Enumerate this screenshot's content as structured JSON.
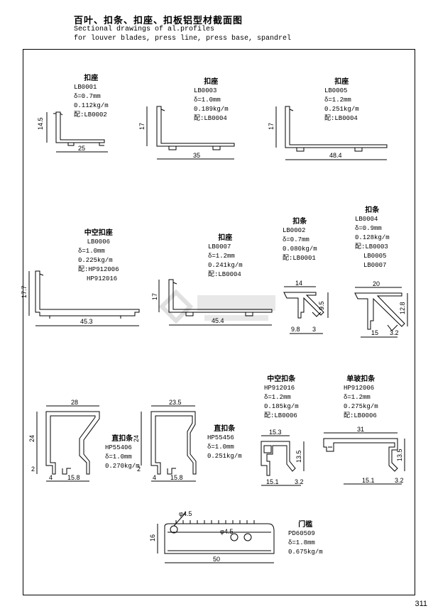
{
  "header": {
    "title_cn": "百叶、扣条、扣座、扣板铝型材截面图",
    "title_en_1": "Sectional drawings of al.profiles",
    "title_en_2": "for louver blades, press line, press base, spandrel"
  },
  "profiles": {
    "lb0001": {
      "name": "扣座",
      "code": "LB0001",
      "thick": "δ=0.7mm",
      "weight": "0.112kg/m",
      "match": "配:LB0002",
      "dims": [
        "14.5",
        "25"
      ]
    },
    "lb0003": {
      "name": "扣座",
      "code": "LB0003",
      "thick": "δ=1.0mm",
      "weight": "0.189kg/m",
      "match": "配:LB0004",
      "dims": [
        "17",
        "35"
      ]
    },
    "lb0005": {
      "name": "扣座",
      "code": "LB0005",
      "thick": "δ=1.2mm",
      "weight": "0.251kg/m",
      "match": "配:LB0004",
      "dims": [
        "17",
        "48.4"
      ]
    },
    "lb0006": {
      "name": "中空扣座",
      "code": "LB0006",
      "thick": "δ=1.0mm",
      "weight": "0.225kg/m",
      "match": "配:HP912006",
      "match2": "HP912016",
      "dims": [
        "17.7",
        "45.3"
      ]
    },
    "lb0007": {
      "name": "扣座",
      "code": "LB0007",
      "thick": "δ=1.2mm",
      "weight": "0.241kg/m",
      "match": "配:LB0004",
      "dims": [
        "17",
        "45.4"
      ]
    },
    "lb0002": {
      "name": "扣条",
      "code": "LB0002",
      "thick": "δ=0.7mm",
      "weight": "0.080kg/m",
      "match": "配:LB0001",
      "dims": [
        "14",
        "9.5",
        "9.8",
        "3"
      ]
    },
    "lb0004": {
      "name": "扣条",
      "code": "LB0004",
      "thick": "δ=0.9mm",
      "weight": "0.128kg/m",
      "match": "配:LB0003",
      "match2": "LB0005",
      "match3": "LB0007",
      "dims": [
        "20",
        "12.8",
        "15",
        "3.2"
      ]
    },
    "hp55406": {
      "name": "直扣条",
      "code": "HP55406",
      "thick": "δ=1.0mm",
      "weight": "0.270kg/m",
      "dims": [
        "28",
        "24",
        "2",
        "4",
        "15.8"
      ]
    },
    "hp55456": {
      "name": "直扣条",
      "code": "HP55456",
      "thick": "δ=1.0mm",
      "weight": "0.251kg/m",
      "dims": [
        "23.5",
        "24",
        "2",
        "4",
        "15.8"
      ]
    },
    "hp912016": {
      "name": "中空扣条",
      "code": "HP912016",
      "thick": "δ=1.2mm",
      "weight": "0.185kg/m",
      "match": "配:LB0006",
      "dims": [
        "15.3",
        "13.5",
        "15.1",
        "3.2"
      ]
    },
    "hp912006": {
      "name": "单玻扣条",
      "code": "HP912006",
      "thick": "δ=1.2mm",
      "weight": "0.275kg/m",
      "match": "配:LB0006",
      "dims": [
        "31",
        "13.5",
        "15.1",
        "3.2"
      ]
    },
    "pd60509": {
      "name": "门槛",
      "code": "PD60509",
      "thick": "δ=1.8mm",
      "weight": "0.675kg/m",
      "dims": [
        "φ4.5",
        "φ4.5",
        "16",
        "50"
      ]
    }
  },
  "page_number": "311"
}
